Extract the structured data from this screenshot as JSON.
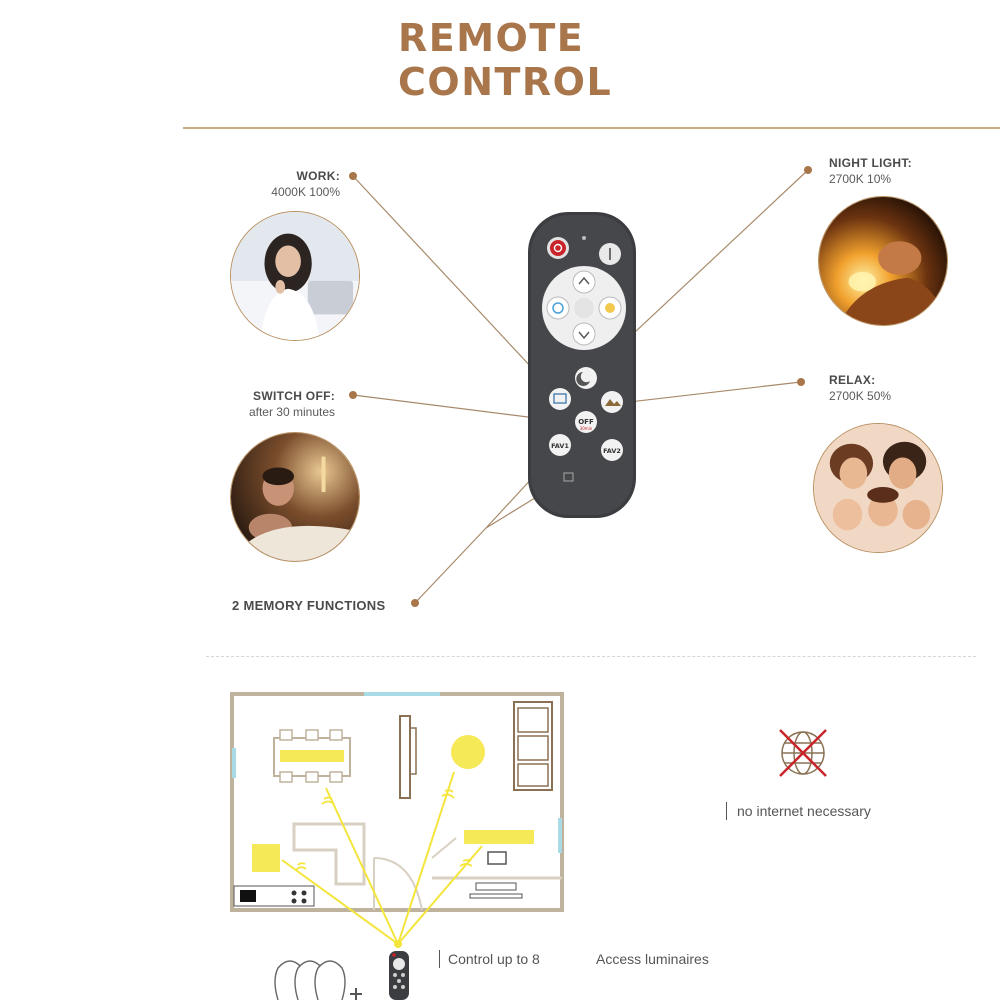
{
  "title": "REMOTE CONTROL",
  "modes": {
    "work": {
      "head": "WORK:",
      "sub": "4000K 100%"
    },
    "night_light": {
      "head": "NIGHT LIGHT:",
      "sub": "2700K 10%"
    },
    "switch_off": {
      "head": "SWITCH OFF:",
      "sub": "after 30 minutes"
    },
    "relax": {
      "head": "RELAX:",
      "sub": "2700K 50%"
    }
  },
  "memory_functions": "2 MEMORY FUNCTIONS",
  "remote_buttons": {
    "off_label": "OFF",
    "fav1": "FAV1",
    "fav2": "FAV2"
  },
  "features": {
    "no_internet": "no internet necessary",
    "control_up_to": "Control up to 8",
    "access": "Access luminaires"
  },
  "colors": {
    "accent": "#a8764a",
    "remote_body": "#3b3d40",
    "light_glow": "#f4e53a"
  }
}
